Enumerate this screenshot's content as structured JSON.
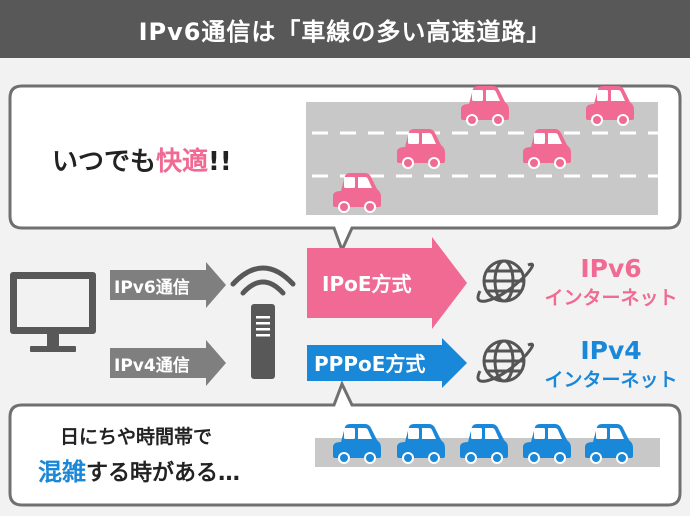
{
  "title": "IPv6通信は「車線の多い高速道路」",
  "top_bubble": {
    "text_prefix": "いつでも",
    "text_highlight": "快適",
    "text_suffix": "!!"
  },
  "bottom_bubble": {
    "line1": "日にちや時間帯で",
    "line2_highlight": "混雑",
    "line2_suffix": "する時がある…"
  },
  "flows": {
    "ipv6_label": "IPv6通信",
    "ipv4_label": "IPv4通信",
    "ipoe_label": "IPoE方式",
    "pppoe_label": "PPPoE方式"
  },
  "destinations": {
    "ipv6_title": "IPv6",
    "ipv6_sub": "インターネット",
    "ipv4_title": "IPv4",
    "ipv4_sub": "インターネット"
  },
  "colors": {
    "pink": "#f06a93",
    "blue": "#1a88d8",
    "gray": "#7f7f7f",
    "dark_gray": "#585858",
    "road": "#c8c8c8"
  },
  "icons": [
    "monitor-icon",
    "router-icon",
    "wifi-icon",
    "globe-icon",
    "car-icon"
  ]
}
